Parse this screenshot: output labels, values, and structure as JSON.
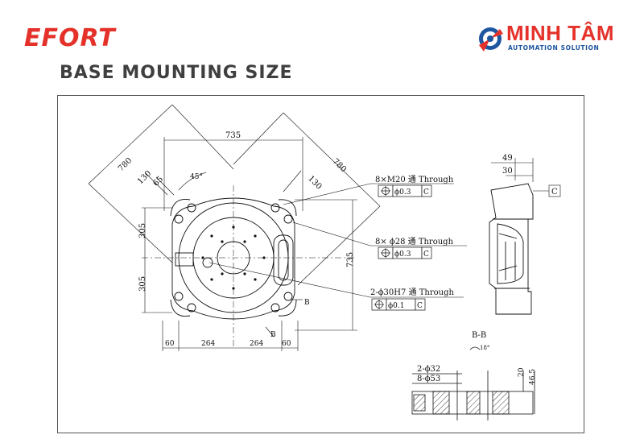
{
  "brand": {
    "left_logo": "EFORT",
    "right_logo_main": "MINH TÂM",
    "right_logo_sub": "AUTOMATION SOLUTION"
  },
  "page": {
    "title": "BASE MOUNTING SIZE"
  },
  "drawing": {
    "dims": {
      "width_top": "735",
      "diag_left": "780",
      "diag_right": "780",
      "d130_left": "130",
      "d65": "65",
      "d130_right": "130",
      "angle45": "45°",
      "h305_top": "305",
      "h305_bottom": "305",
      "h735": "735",
      "b60_left": "60",
      "b264_left": "264",
      "b264_right": "264",
      "b60_right": "60"
    },
    "callouts": {
      "c1_text": "8×M20 通 Through",
      "c1_tol": "ϕ0.3",
      "c1_datum": "C",
      "c2_text": "8× ϕ28 通 Through",
      "c2_tol": "ϕ0.3",
      "c2_datum": "C",
      "c3_text": "2-ϕ30H7 通 Through",
      "c3_tol": "ϕ0.1",
      "c3_datum": "C"
    },
    "side_view": {
      "d49": "49",
      "d30": "30",
      "datum": "C"
    },
    "section": {
      "label": "B-B",
      "rotation": "18°",
      "d1": "2-ϕ32",
      "d2": "8-ϕ53",
      "h20": "20",
      "h465": "46.5"
    },
    "markers": {
      "b1": "B",
      "b2": "B"
    }
  }
}
